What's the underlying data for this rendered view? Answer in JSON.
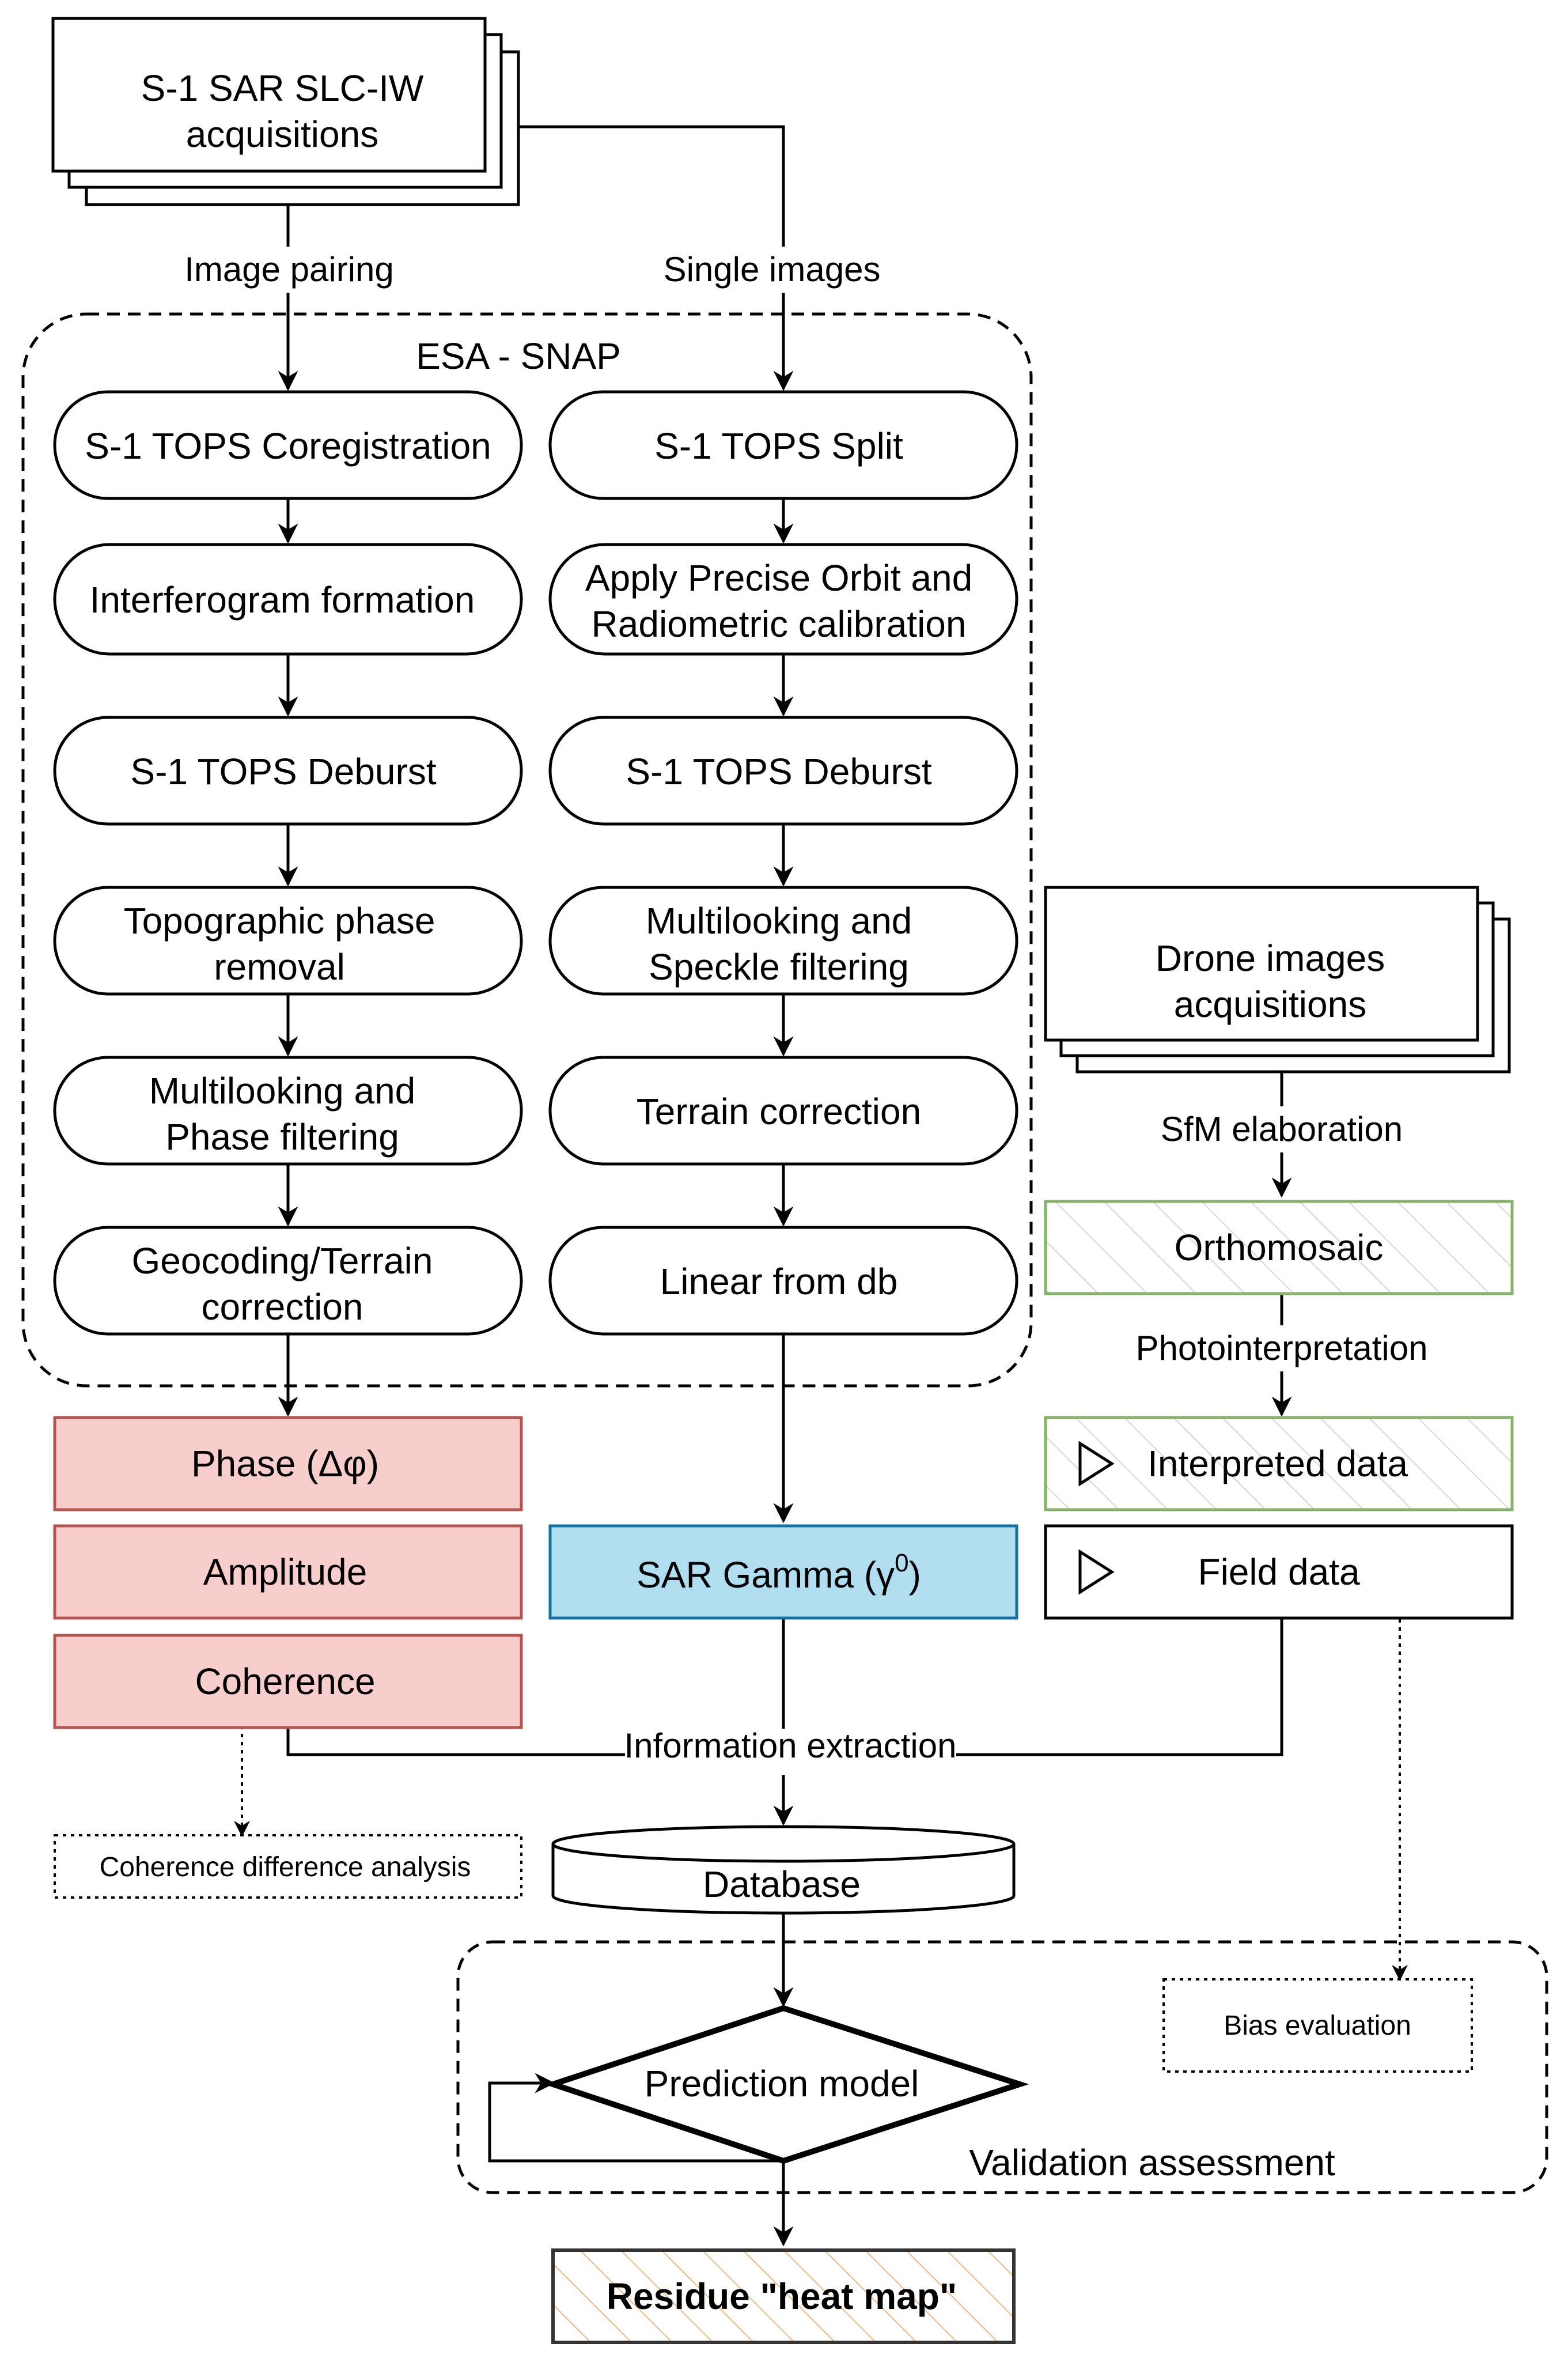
{
  "sources": {
    "sar_acquisitions": [
      "S-1 SAR SLC-IW",
      "acquisitions"
    ],
    "drone_acquisitions": [
      "Drone images",
      "acquisitions"
    ]
  },
  "edge_labels": {
    "image_pairing": "Image pairing",
    "single_images": "Single images",
    "sfm_elaboration": "SfM elaboration",
    "photointerpretation": "Photointerpretation",
    "information_extraction": "Information extraction"
  },
  "groups": {
    "esa_snap": "ESA - SNAP",
    "validation": "Validation assessment"
  },
  "interferometric_chain": [
    [
      "S-1 TOPS Coregistration"
    ],
    [
      "Interferogram formation"
    ],
    [
      "S-1 TOPS Deburst"
    ],
    [
      "Topographic phase",
      "removal"
    ],
    [
      "Multilooking and",
      "Phase filtering"
    ],
    [
      "Geocoding/Terrain",
      "correction"
    ]
  ],
  "backscatter_chain": [
    [
      "S-1 TOPS Split"
    ],
    [
      "Apply Precise Orbit and",
      "Radiometric calibration"
    ],
    [
      "S-1 TOPS Deburst"
    ],
    [
      "Multilooking and",
      "Speckle filtering"
    ],
    [
      "Terrain correction"
    ],
    [
      "Linear from db"
    ]
  ],
  "outputs": {
    "phase": "Phase (Δφ)",
    "amplitude": "Amplitude",
    "coherence": "Coherence",
    "sar_gamma": "SAR Gamma (γ",
    "sar_gamma_sup": "0",
    "sar_gamma_close": ")"
  },
  "drone_chain": {
    "orthomosaic": "Orthomosaic",
    "interpreted_data": "Interpreted data",
    "field_data": "Field data"
  },
  "analysis": {
    "coherence_difference": "Coherence difference analysis",
    "database": "Database",
    "bias_evaluation": "Bias evaluation",
    "prediction_model": "Prediction model",
    "residue": "Residue \"heat map\""
  },
  "colors": {
    "phase_fill": "#f8cecc",
    "phase_stroke": "#b85450",
    "gamma_fill": "#b1ddf0",
    "gamma_stroke": "#10739e",
    "drone_stroke": "#82b366",
    "residue_hatch": "#f5a35c"
  }
}
